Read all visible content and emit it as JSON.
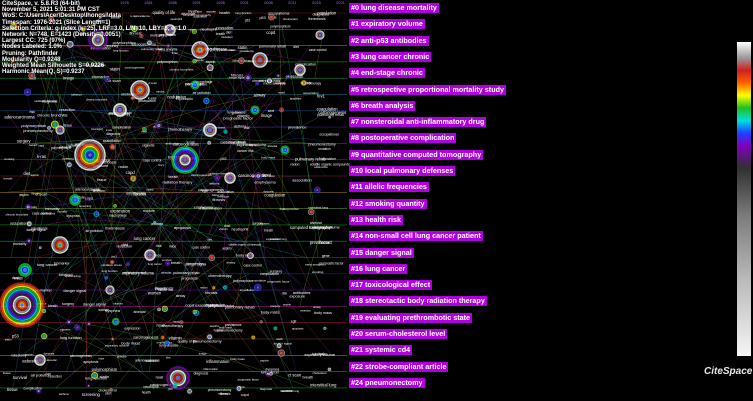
{
  "app": {
    "info_lines": [
      "CiteSpace, v. 5.8.R3 (64-bit)",
      "November 5, 2021 5:01:31 PM CST",
      "WoS: C:\\Users\\Acer\\Desktop\\lhongsi\\data",
      "Timespan: 1976-2021 (Slice Length=1)",
      "Selection Criteria: g-index (k=25), LRF=3.0, L/N=10, LBY=5, e=1.0",
      "Network: N=748, E=1423 (Density=0.0051)",
      "Largest CC: 725 (97%)",
      "Nodes Labeled: 1.0%",
      "Pruning: Pathfinder",
      "Modularity Q=0.9248",
      "Weighted Mean Silhouette S=0.9226",
      "Harmonic Mean(Q, S)=0.9237"
    ],
    "logo": "CiteSpace"
  },
  "timeline_years": [
    "1976",
    "1981",
    "1986",
    "1991",
    "1996",
    "2001",
    "2006",
    "2011",
    "2016",
    "2021"
  ],
  "colors": {
    "label_bg": "#b000e0",
    "background": "#000000",
    "year_color": "#9a6aff"
  },
  "clusters": [
    {
      "id": "#0",
      "label": "#0 lung disease mortality"
    },
    {
      "id": "#1",
      "label": "#1 expiratory volume"
    },
    {
      "id": "#2",
      "label": "#2 anti-p53 antibodies"
    },
    {
      "id": "#3",
      "label": "#3 lung cancer chronic"
    },
    {
      "id": "#4",
      "label": "#4 end-stage chronic"
    },
    {
      "id": "#5",
      "label": "#5 retrospective proportional mortality study"
    },
    {
      "id": "#6",
      "label": "#6 breath analysis"
    },
    {
      "id": "#7",
      "label": "#7 nonsteroidal anti-inflammatory drug"
    },
    {
      "id": "#8",
      "label": "#8 postoperative complication"
    },
    {
      "id": "#9",
      "label": "#9 quantitative computed tomography"
    },
    {
      "id": "#10",
      "label": "#10 local pulmonary defenses"
    },
    {
      "id": "#11",
      "label": "#11 allelic frequencies"
    },
    {
      "id": "#12",
      "label": "#12 smoking quantity"
    },
    {
      "id": "#13",
      "label": "#13 health risk"
    },
    {
      "id": "#14",
      "label": "#14 non-small cell lung cancer patient"
    },
    {
      "id": "#15",
      "label": "#15 danger signal"
    },
    {
      "id": "#16",
      "label": "#16 lung cancer"
    },
    {
      "id": "#17",
      "label": "#17 toxicological effect"
    },
    {
      "id": "#18",
      "label": "#18 stereotactic body radiation therapy"
    },
    {
      "id": "#19",
      "label": "#19 evaluating prethrombotic state"
    },
    {
      "id": "#20",
      "label": "#20 serum-cholesterol level"
    },
    {
      "id": "#21",
      "label": "#21 systemic cd4"
    },
    {
      "id": "#22",
      "label": "#22 strobe-compliant article"
    },
    {
      "id": "#24",
      "label": "#24 pneumonectomy"
    }
  ],
  "node_terms": [
    "lung cancer",
    "risk",
    "copd",
    "smoking",
    "mortality",
    "lung function",
    "airway",
    "cancer risk",
    "emphysema",
    "exposure",
    "chronic bronchitis",
    "women",
    "inflammation",
    "obstruction",
    "prevalence",
    "expiratory volume",
    "lung disease",
    "survival",
    "epidemiology",
    "association",
    "tumor",
    "adenocarcinoma",
    "expression",
    "p53",
    "antibodies",
    "breath",
    "volatile organic compounds",
    "surgery",
    "complication",
    "computed tomography",
    "interstitial lung",
    "fev1",
    "asthma",
    "radiation therapy",
    "tobacco",
    "cessation",
    "population",
    "cohort",
    "cd4",
    "cholesterol",
    "pneumonectomy",
    "biomarker",
    "screening",
    "oxidative stress",
    "apoptosis",
    "prognosis",
    "resection",
    "nsaid",
    "aspirin",
    "gene",
    "polymorphism",
    "chemotherapy",
    "immunity",
    "danger signal",
    "copd exacerbation",
    "hazard",
    "occupational",
    "air pollution",
    "radon",
    "asbestos",
    "dust",
    "follow up",
    "prognostic factor",
    "tissue",
    "mice",
    "lobectomy",
    "sbrt",
    "cytokine",
    "macrophage",
    "neutrophil",
    "fibrosis",
    "pulmonary rehab",
    "quality of life",
    "dyspnea",
    "body mass",
    "case control",
    "meta analysis",
    "health",
    "cigarette",
    "strobe",
    "thrombosis",
    "coagulation",
    "vitamin",
    "diet",
    "statin",
    "alveolar",
    "bronchial",
    "carcinogenesis",
    "k-ras",
    "egfr",
    "mutation",
    "image",
    "ct scan",
    "nodule",
    "diagnosis",
    "genetics"
  ]
}
